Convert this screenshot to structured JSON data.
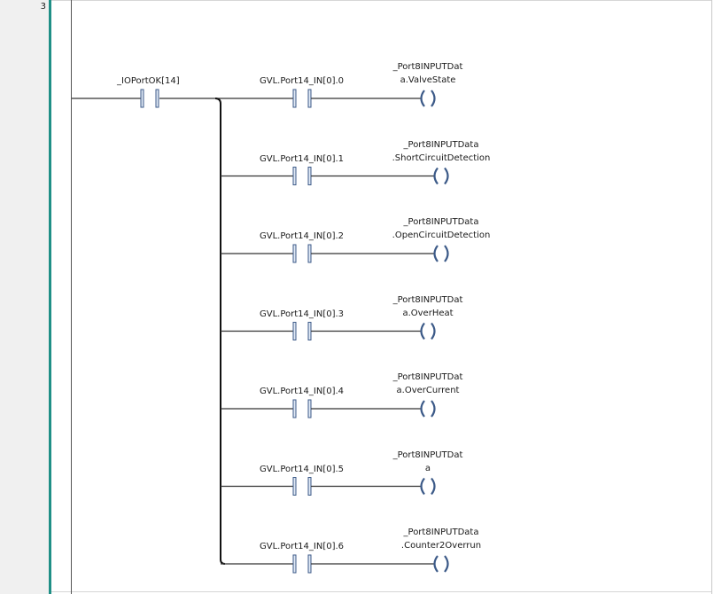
{
  "rung": {
    "number": "3"
  },
  "main_contact": {
    "variable": "_IOPortOK[14]"
  },
  "branches": [
    {
      "contact": "GVL.Port14_IN[0].0",
      "coil_line1": "_Port8INPUTDat",
      "coil_line2": "a.ValveState"
    },
    {
      "contact": "GVL.Port14_IN[0].1",
      "coil_line1": "_Port8INPUTData",
      "coil_line2": ".ShortCircuitDetection"
    },
    {
      "contact": "GVL.Port14_IN[0].2",
      "coil_line1": "_Port8INPUTData",
      "coil_line2": ".OpenCircuitDetection"
    },
    {
      "contact": "GVL.Port14_IN[0].3",
      "coil_line1": "_Port8INPUTDat",
      "coil_line2": "a.OverHeat"
    },
    {
      "contact": "GVL.Port14_IN[0].4",
      "coil_line1": "_Port8INPUTDat",
      "coil_line2": "a.OverCurrent"
    },
    {
      "contact": "GVL.Port14_IN[0].5",
      "coil_line1": "_Port8INPUTDat",
      "coil_line2": "a"
    },
    {
      "contact": "GVL.Port14_IN[0].6",
      "coil_line1": "_Port8INPUTData",
      "coil_line2": ".Counter2Overrun"
    }
  ],
  "colors": {
    "wire": "#333333",
    "rail": "#555555",
    "accent": "#1f8f86",
    "symbol": "#3c5a88",
    "symbol_fill": "#dfe8f5"
  }
}
